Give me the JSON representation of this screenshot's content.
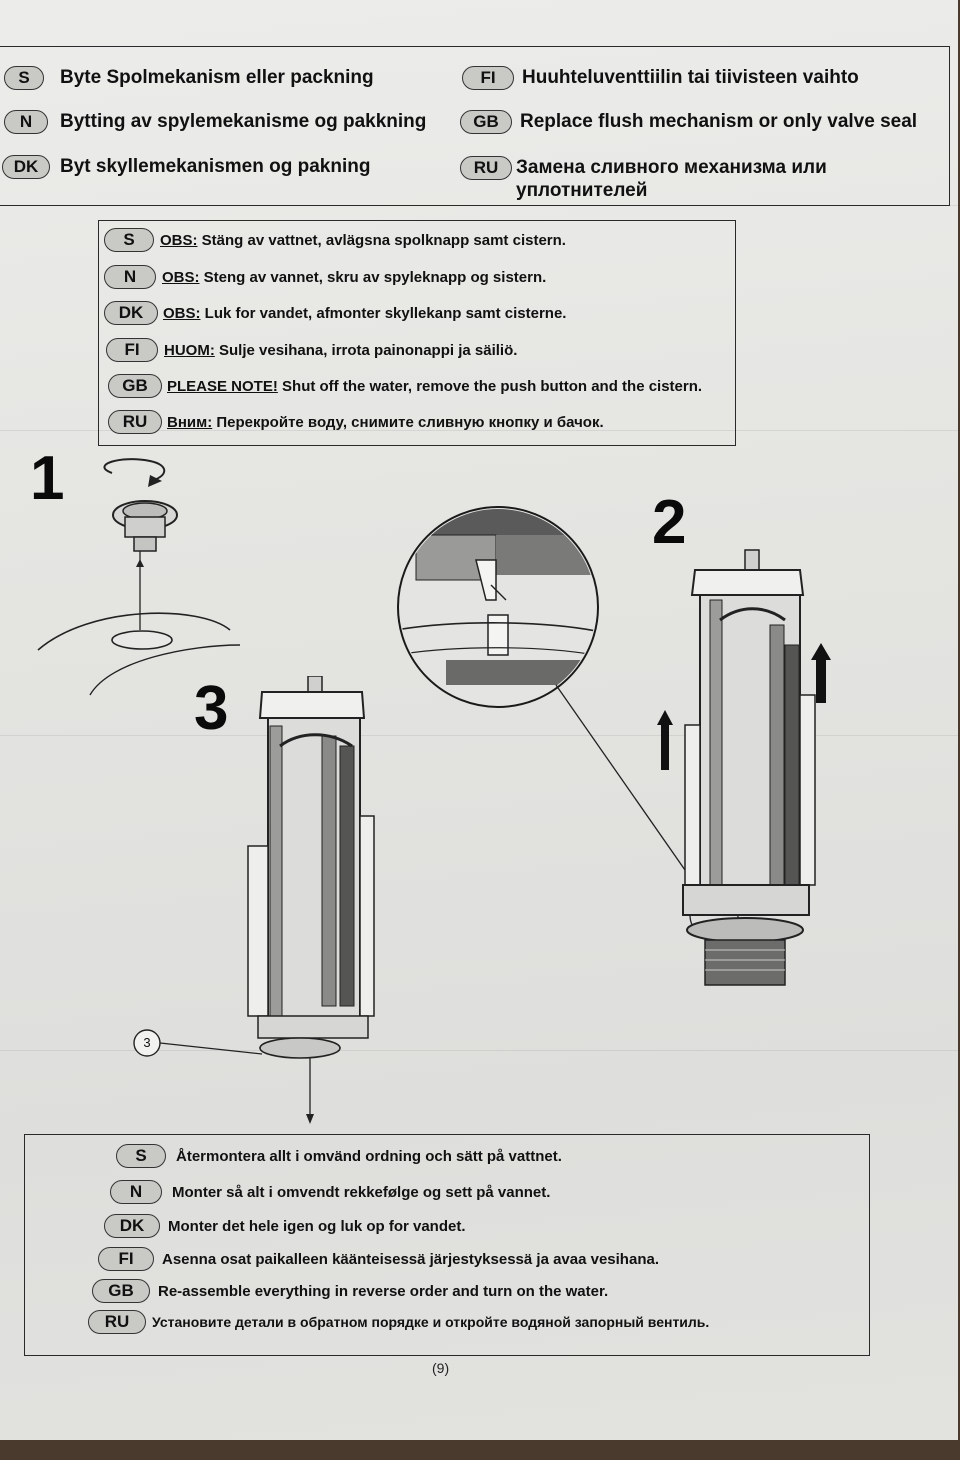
{
  "header": {
    "rows": [
      {
        "code": "S",
        "text": "Byte Spolmekanism eller packning"
      },
      {
        "code": "N",
        "text": "Bytting av spylemekanisme og pakkning"
      },
      {
        "code": "DK",
        "text": "Byt skyllemekanismen og pakning"
      },
      {
        "code": "FI",
        "text": "Huuhteluventtiilin tai tiivisteen vaihto"
      },
      {
        "code": "GB",
        "text": "Replace flush mechanism or only valve seal"
      },
      {
        "code": "RU",
        "text": "Замена сливного механизма или",
        "text2": "уплотнителей"
      }
    ]
  },
  "notes": {
    "rows": [
      {
        "code": "S",
        "label": "OBS:",
        "text": " Stäng av vattnet, avlägsna spolknapp samt cistern."
      },
      {
        "code": "N",
        "label": "OBS:",
        "text": " Steng av vannet, skru av spyleknapp og sistern."
      },
      {
        "code": "DK",
        "label": "OBS:",
        "text": " Luk for vandet, afmonter skyllekanp samt cisterne."
      },
      {
        "code": "FI",
        "label": "HUOM:",
        "text": " Sulje vesihana, irrota painonappi ja säiliö."
      },
      {
        "code": "GB",
        "label": "PLEASE NOTE!",
        "text": " Shut off the water, remove the push button and the cistern."
      },
      {
        "code": "RU",
        "label": "Вним:",
        "text": " Перекройте воду, снимите сливную кнопку и бачок."
      }
    ]
  },
  "steps": {
    "one": "1",
    "two": "2",
    "three": "3",
    "callout": "3"
  },
  "reassemble": {
    "rows": [
      {
        "code": "S",
        "text": "Återmontera allt i omvänd ordning och sätt på vattnet."
      },
      {
        "code": "N",
        "text": "Monter så alt i omvendt rekkefølge og sett på vannet."
      },
      {
        "code": "DK",
        "text": "Monter det hele igen og luk op for vandet."
      },
      {
        "code": "FI",
        "text": "Asenna osat paikalleen käänteisessä järjestyksessä ja avaa vesihana."
      },
      {
        "code": "GB",
        "text": "Re-assemble everything in reverse order and turn on the water."
      },
      {
        "code": "RU",
        "text": "Установите детали в обратном порядке и откройте водяной запорный вентиль."
      }
    ]
  },
  "page_number": "(9)"
}
